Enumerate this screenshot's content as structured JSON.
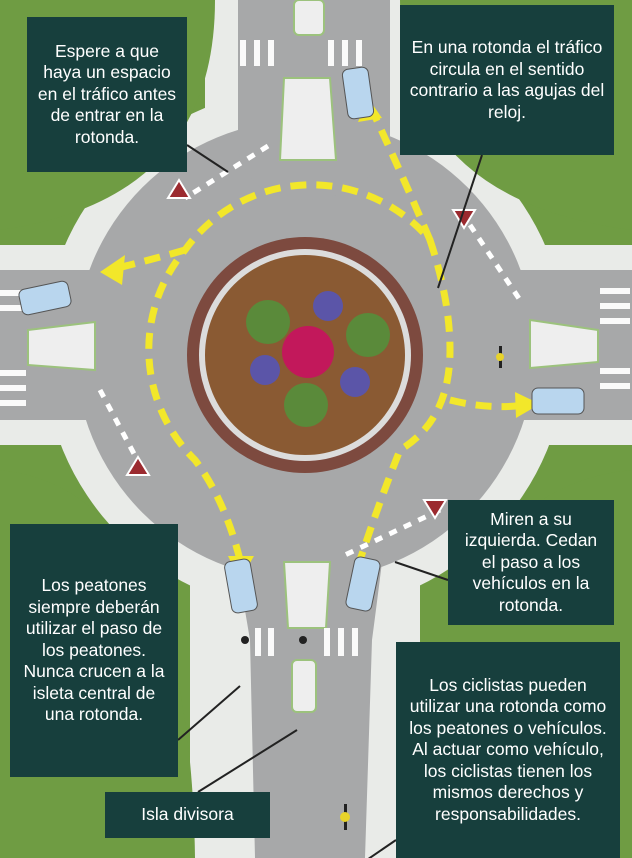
{
  "callouts": {
    "wait": "Espere a que haya un espacio en el tráfico antes de entrar en la rotonda.",
    "direction": "En una rotonda el tráfico circula en el sentido contrario a las agujas del reloj.",
    "look_left": "Miren a su izquierda. Cedan el paso a los vehículos en la rotonda.",
    "pedestrians": "Los peatones siempre deberán utilizar el paso de los peatones. Nunca crucen a la isleta central de una rotonda.",
    "splitter": "Isla divisora",
    "cyclists": "Los ciclistas pueden utilizar una rotonda como los peatones o vehículos. Al actuar como vehículo, los ciclistas tienen los mismos derechos y responsabilidades."
  },
  "colors": {
    "callout_bg": "#173f3d",
    "grass": "#6f9c43",
    "road": "#a7a8a9",
    "arrow": "#f2e72a",
    "yield_sign": "#9b2a2f"
  }
}
